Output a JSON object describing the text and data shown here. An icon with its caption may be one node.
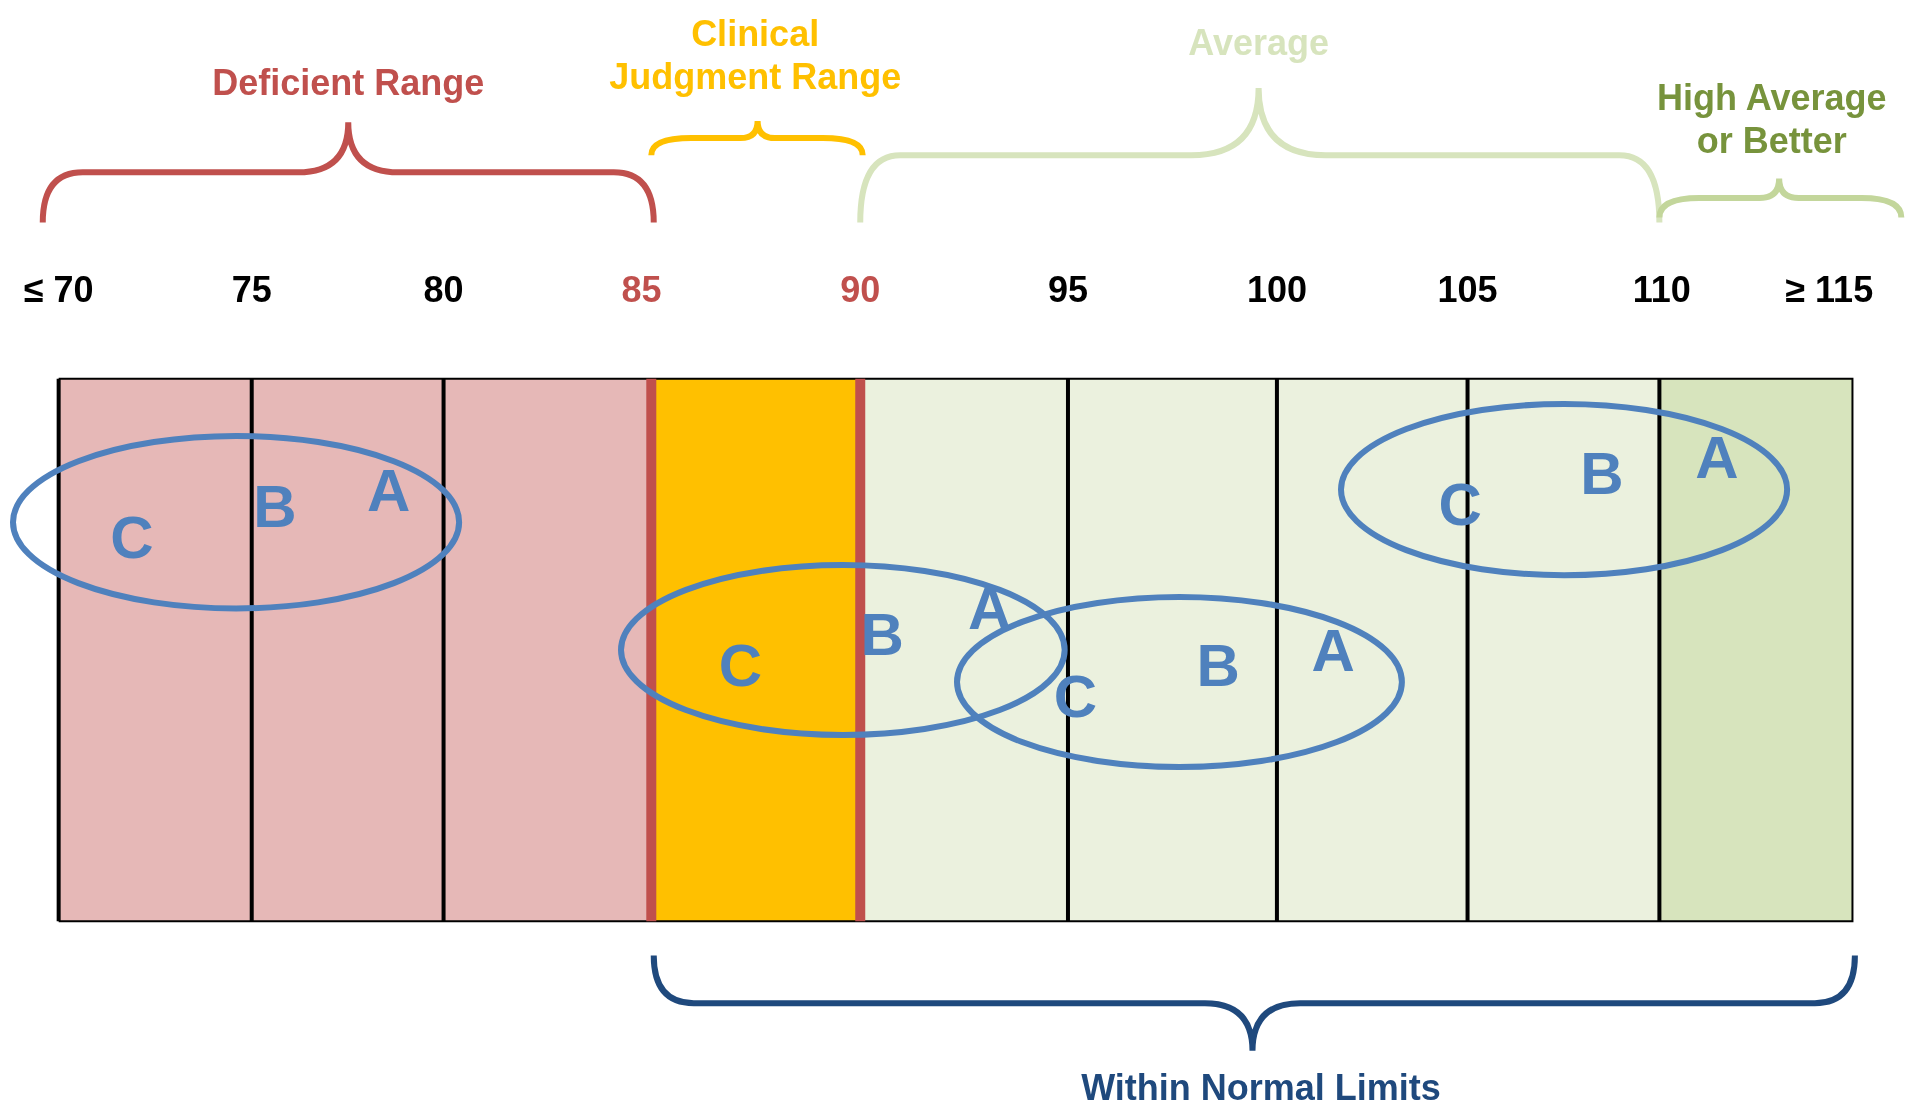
{
  "diagram": {
    "nodes": [
      {
        "text": [
          "C",
          "B",
          "A"
        ]
      },
      {
        "text": [
          "C",
          "B",
          "A"
        ]
      },
      {
        "text": [
          "C",
          "B",
          "A"
        ]
      },
      {
        "text": [
          "C",
          "B",
          "A"
        ]
      }
    ],
    "edges": [],
    "labels": [
      "Deficient Range",
      "Clinical Judgment Range",
      "Average",
      "High Average or Better",
      "≤ 70",
      "75",
      "80",
      "85",
      "90",
      "95",
      "100",
      "105",
      "110",
      "≥ 115",
      "Within Normal Limits"
    ]
  }
}
